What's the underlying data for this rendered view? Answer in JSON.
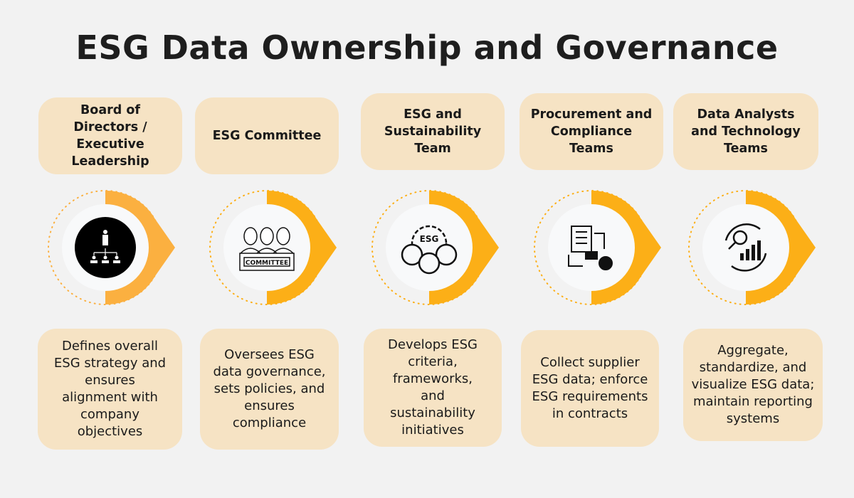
{
  "title": "ESG Data Ownership and Governance",
  "colors": {
    "background": "#f2f2f2",
    "box": "#f6e3c4",
    "accent_first": "#fbb040",
    "accent": "#fcaf17"
  },
  "columns": [
    {
      "heading": "Board of Directors / Executive Leadership",
      "icon": "org-hierarchy-icon",
      "description": "Defines overall ESG strategy and ensures alignment with company objectives"
    },
    {
      "heading": "ESG Committee",
      "icon": "committee-icon",
      "icon_text": "COMMITTEE",
      "description": "Oversees ESG data governance, sets policies, and ensures compliance"
    },
    {
      "heading": "ESG and Sustainability Team",
      "icon": "esg-gear-icon",
      "icon_text": "ESG",
      "description": "Develops ESG criteria, frameworks, and sustainability initiatives"
    },
    {
      "heading": "Procurement and Compliance Teams",
      "icon": "procurement-icon",
      "description": "Collect supplier ESG data; enforce ESG requirements in contracts"
    },
    {
      "heading": "Data Analysts and Technology Teams",
      "icon": "analytics-icon",
      "description": "Aggregate, standardize, and visualize ESG data; maintain reporting systems"
    }
  ]
}
